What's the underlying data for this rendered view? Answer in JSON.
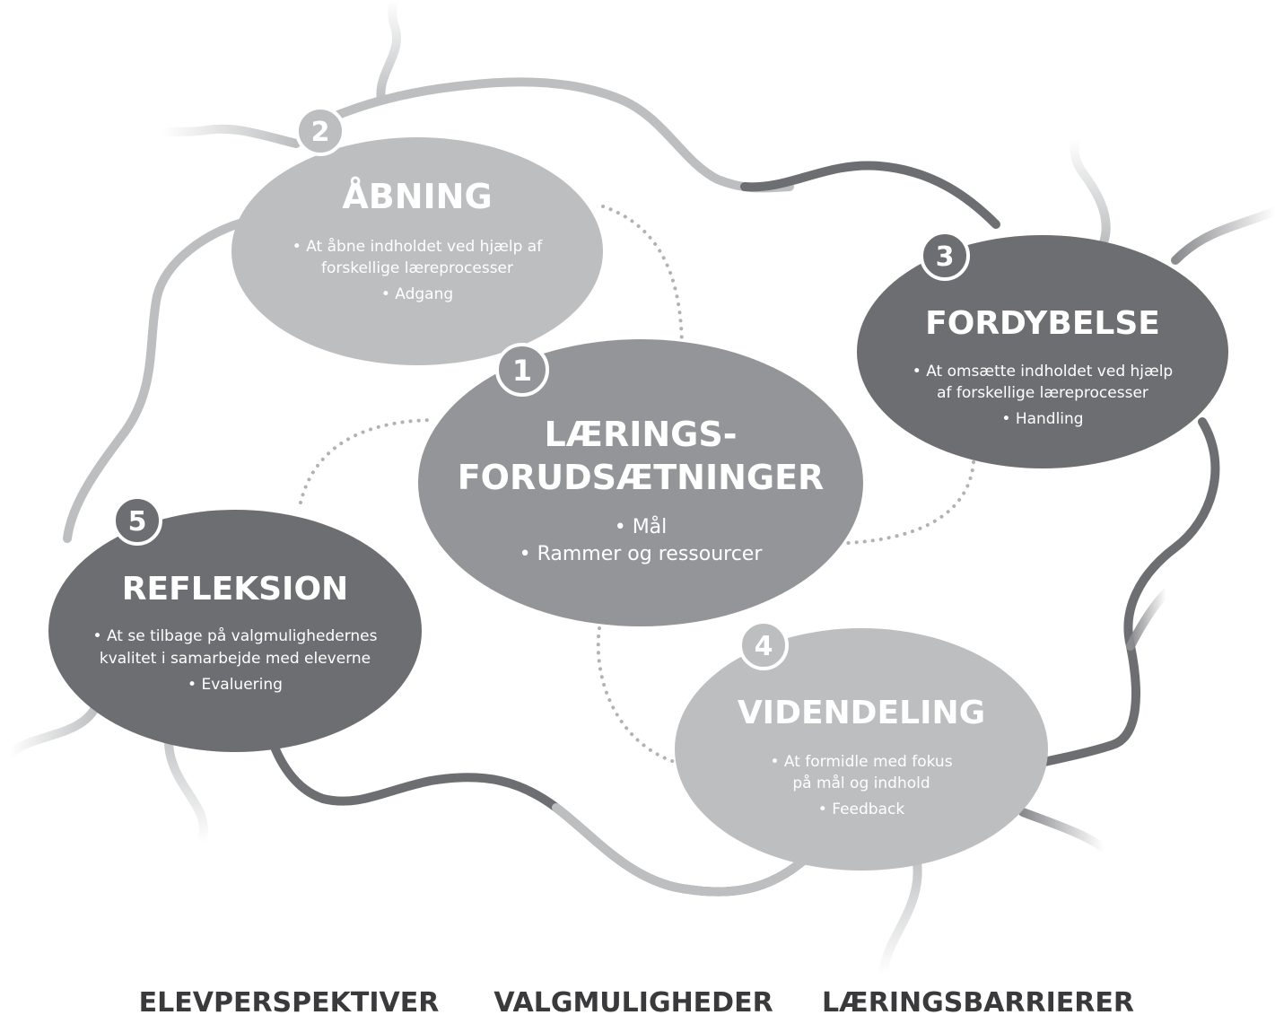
{
  "colors": {
    "dark": "#6d6e71",
    "medium": "#939598",
    "light": "#bcbec0",
    "thread_light": "#c7c8ca",
    "thread_dark": "#6d6e71",
    "dots": "#b0b2b4",
    "footer_text": "#3a3a3c"
  },
  "nodes": {
    "laering": {
      "number": "1",
      "title_line1": "LÆRINGS-",
      "title_line2": "FORUDSÆTNINGER",
      "bullet1": "• Mål",
      "bullet2": "• Rammer og ressourcer"
    },
    "aabning": {
      "number": "2",
      "title": "ÅBNING",
      "bullet1_line1": "• At åbne indholdet ved hjælp af",
      "bullet1_line2": "forskellige læreprocesser",
      "bullet2": "• Adgang"
    },
    "fordybelse": {
      "number": "3",
      "title": "FORDYBELSE",
      "bullet1_line1": "• At omsætte indholdet ved hjælp",
      "bullet1_line2": "af forskellige læreprocesser",
      "bullet2": "• Handling"
    },
    "videndeling": {
      "number": "4",
      "title": "VIDENDELING",
      "bullet1_line1": "• At formidle med fokus",
      "bullet1_line2": "på mål og indhold",
      "bullet2": "• Feedback"
    },
    "refleksion": {
      "number": "5",
      "title": "REFLEKSION",
      "bullet1_line1": "• At se tilbage på valgmulighedernes",
      "bullet1_line2": "kvalitet i samarbejde med eleverne",
      "bullet2": "• Evaluering"
    }
  },
  "footer": {
    "label1": "ELEVPERSPEKTIVER",
    "label2": "VALGMULIGHEDER",
    "label3": "LÆRINGSBARRIERER"
  }
}
